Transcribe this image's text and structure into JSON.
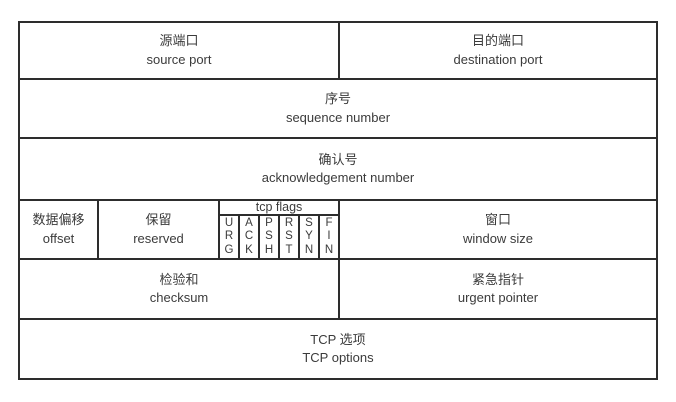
{
  "diagram": {
    "kind": "tcp-header-field-diagram",
    "fields": {
      "source_port": {
        "zh": "源端口",
        "en": "source port"
      },
      "destination_port": {
        "zh": "目的端口",
        "en": "destination port"
      },
      "sequence_number": {
        "zh": "序号",
        "en": "sequence number"
      },
      "acknowledgement_number": {
        "zh": "确认号",
        "en": "acknowledgement number"
      },
      "data_offset": {
        "zh": "数据偏移",
        "en": "offset"
      },
      "reserved": {
        "zh": "保留",
        "en": "reserved"
      },
      "window_size": {
        "zh": "窗口",
        "en": "window size"
      },
      "checksum": {
        "zh": "检验和",
        "en": "checksum"
      },
      "urgent_pointer": {
        "zh": "紧急指针",
        "en": "urgent pointer"
      },
      "tcp_options": {
        "zh": "TCP 选项",
        "en": "TCP options"
      }
    },
    "flags": {
      "header": "tcp flags",
      "items": [
        "URG",
        "ACK",
        "PSH",
        "RST",
        "SYN",
        "FIN"
      ]
    },
    "colors": {
      "border": "#2d2d2d",
      "text": "#3b3b3b",
      "background": "#ffffff"
    }
  }
}
